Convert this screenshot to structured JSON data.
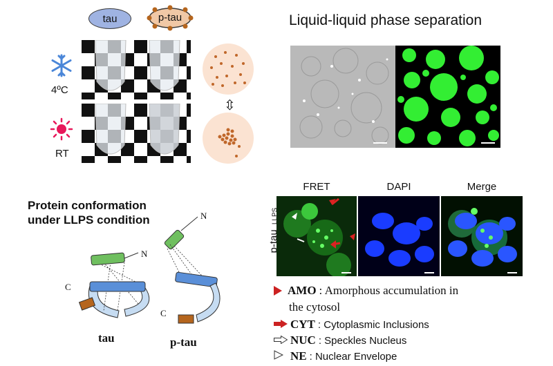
{
  "proteins": {
    "tau": "tau",
    "ptau": "p-tau"
  },
  "conditions": {
    "cold": "4ºC",
    "room": "RT"
  },
  "llps_title": "Liquid-liquid phase separation",
  "conformation": {
    "title_line1": "Protein conformation",
    "title_line2": "under LLPS condition",
    "tau_caption": "tau",
    "ptau_caption": "p-tau",
    "n_label": "N",
    "c_label": "C"
  },
  "microscopy": {
    "columns": [
      "FRET",
      "DAPI",
      "Merge"
    ],
    "row_label": "p-tau",
    "row_sub": "LLPS"
  },
  "legend": [
    {
      "abbr": "AMO",
      "text": ": Amorphous accumulation in",
      "icon": "red-triangle-icon"
    },
    {
      "abbr": "",
      "text": "the cytosol",
      "icon": ""
    },
    {
      "abbr": "CYT",
      "text": ": Cytoplasmic Inclusions",
      "icon": "red-arrow-icon"
    },
    {
      "abbr": "NUC",
      "text": ": Speckles Nucleus",
      "icon": "outline-arrow-icon"
    },
    {
      "abbr": "NE",
      "text": ": Nuclear Envelope",
      "icon": "outline-triangle-icon"
    }
  ],
  "colors": {
    "tau_fill": "#9fb3e2",
    "ptau_fill": "#f0c8a6",
    "phospho_dot": "#b5651d",
    "red": "#cc2222",
    "gfp_green": "#33ee33",
    "dapi_blue": "#1a3cff"
  }
}
